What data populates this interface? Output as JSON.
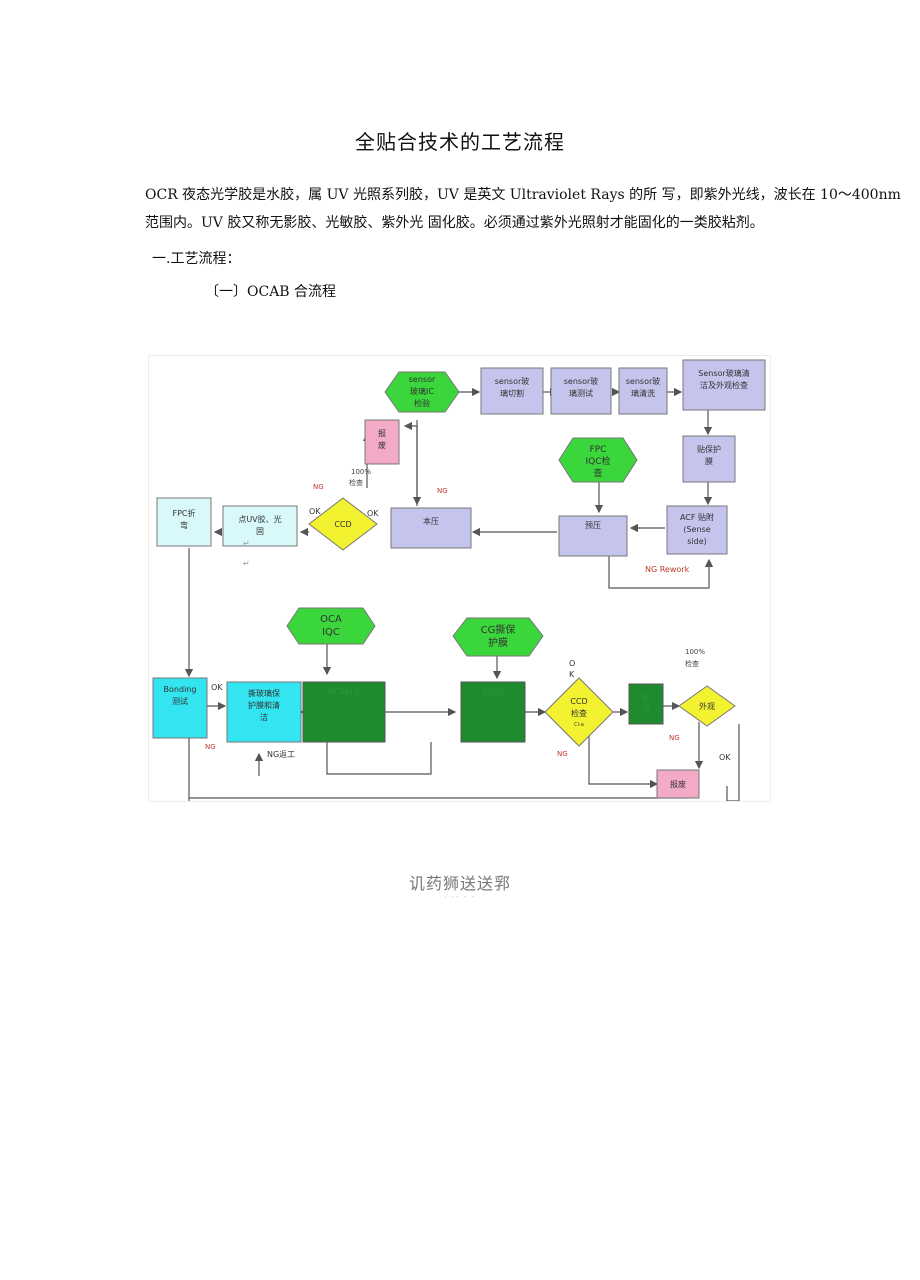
{
  "doc": {
    "title": "全贴合技术的工艺流程",
    "paragraph": "OCR 夜态光学胶是水胶，属 UV 光照系列胶，UV 是英文 Ultraviolet Rays 的所 写，即紫外光线，波长在 10～400nm 范围内。UV 胶又称无影胶、光敏胶、紫外光 固化胶。必须通过紫外光照射才能固化的一类胶粘剂。",
    "section1": "一.工艺流程：",
    "section2": "〔一〕OCAB 合流程",
    "caption": "讥药狮送送郛",
    "caption_sub": "·  ·· · ·"
  },
  "flow": {
    "sensor_ic": [
      "sensor",
      "玻璃IC",
      "检验"
    ],
    "sensor_cut": [
      "sensor玻",
      "璃切割"
    ],
    "sensor_test": [
      "sensor玻",
      "璃测试"
    ],
    "sensor_clean": [
      "sensor玻",
      "璃清洗"
    ],
    "sensor_clean_inspect": [
      "Sensor玻璃清",
      "洁及外观检查"
    ],
    "scrap_top": [
      "报",
      "废"
    ],
    "fpc_iqc": [
      "FPC",
      "IQC检",
      "查"
    ],
    "protect": [
      "贴保护",
      "膜"
    ],
    "check100_top": [
      "100%",
      "检查"
    ],
    "ng_top_left": "NG",
    "ng_top_mid": "NG",
    "ok_left": "OK",
    "ok_mid": "OK",
    "fpc_bend": [
      "FPC折",
      "弯"
    ],
    "uv_dispense": [
      "点UV胶、光",
      "固"
    ],
    "ccd_top": "CCD",
    "main_press": "本压",
    "pre_press": "预压",
    "acf_attach": [
      "ACF 贴附",
      "(Sense",
      "side)"
    ],
    "ng_rework": "NG Rework",
    "oca_iqc": [
      "OCA",
      "IQC"
    ],
    "cg_protect": [
      "CG撕保",
      "护膜"
    ],
    "check100_bottom": [
      "100%",
      "检查"
    ],
    "bonding_test": [
      "Bonding",
      "测试"
    ],
    "ok_bonding": "OK",
    "tear_film": [
      "撕玻璃保",
      "护膜和清",
      "洁"
    ],
    "oca_attach": "OCA贴合",
    "full_laminate": "全贴合",
    "ok_ccd_bottom": [
      "O",
      "K"
    ],
    "ccd_bottom": [
      "CCD",
      "检查",
      "Cl-a"
    ],
    "defoam": [
      "脱",
      "泡"
    ],
    "appearance": "外观",
    "ng_bonding": "NG",
    "ng_rework_bottom": "NG返工",
    "ng_ccd_bottom": "NG",
    "ng_appearance": "NG",
    "ok_appearance": "OK",
    "scrap_bottom": "报废",
    "return_marker": "↵"
  },
  "colors": {
    "lavender": "#c4c4ec",
    "green_hex": "#3bd63b",
    "dark_green": "#1f8a2e",
    "yellow": "#f2f230",
    "cyan": "#33e5f0",
    "light_cyan": "#d8f8fa",
    "pink": "#f2aac6",
    "edge": "#777777"
  }
}
